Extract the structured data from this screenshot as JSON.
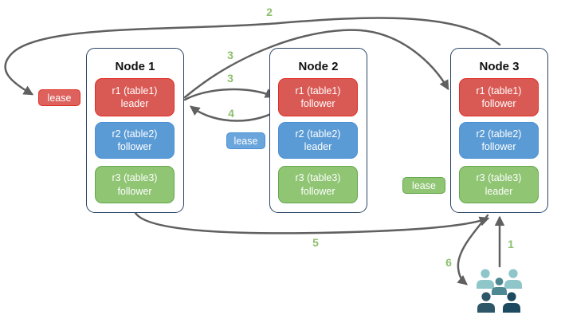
{
  "nodes": [
    {
      "title": "Node 1",
      "replicas": [
        {
          "range": "r1 (table1)",
          "role": "leader",
          "color": "red"
        },
        {
          "range": "r2 (table2)",
          "role": "follower",
          "color": "blue"
        },
        {
          "range": "r3 (table3)",
          "role": "follower",
          "color": "green"
        }
      ]
    },
    {
      "title": "Node 2",
      "replicas": [
        {
          "range": "r1 (table1)",
          "role": "follower",
          "color": "red"
        },
        {
          "range": "r2 (table2)",
          "role": "leader",
          "color": "blue"
        },
        {
          "range": "r3 (table3)",
          "role": "follower",
          "color": "green"
        }
      ]
    },
    {
      "title": "Node 3",
      "replicas": [
        {
          "range": "r1 (table1)",
          "role": "follower",
          "color": "red"
        },
        {
          "range": "r2 (table2)",
          "role": "follower",
          "color": "blue"
        },
        {
          "range": "r3 (table3)",
          "role": "leader",
          "color": "green"
        }
      ]
    }
  ],
  "leases": [
    {
      "label": "lease",
      "color": "red"
    },
    {
      "label": "lease",
      "color": "blue"
    },
    {
      "label": "lease",
      "color": "green"
    }
  ],
  "steps": [
    "1",
    "2",
    "3",
    "3",
    "4",
    "5",
    "6"
  ],
  "icons": {
    "users": "users-group-icon"
  },
  "colors": {
    "red_fill": "#d95a55",
    "red_border": "#e02d23",
    "blue_fill": "#5b9bd5",
    "blue_border": "#4a90d5",
    "green_fill": "#8fc573",
    "green_border": "#64a84e",
    "node_border": "#2a4566",
    "arrow": "#606060",
    "step_label": "#8cbf6c",
    "users_light": "#8ec6ca",
    "users_mid": "#4e8893",
    "users_dark1": "#2d5669",
    "users_dark2": "#1d4a5f"
  }
}
